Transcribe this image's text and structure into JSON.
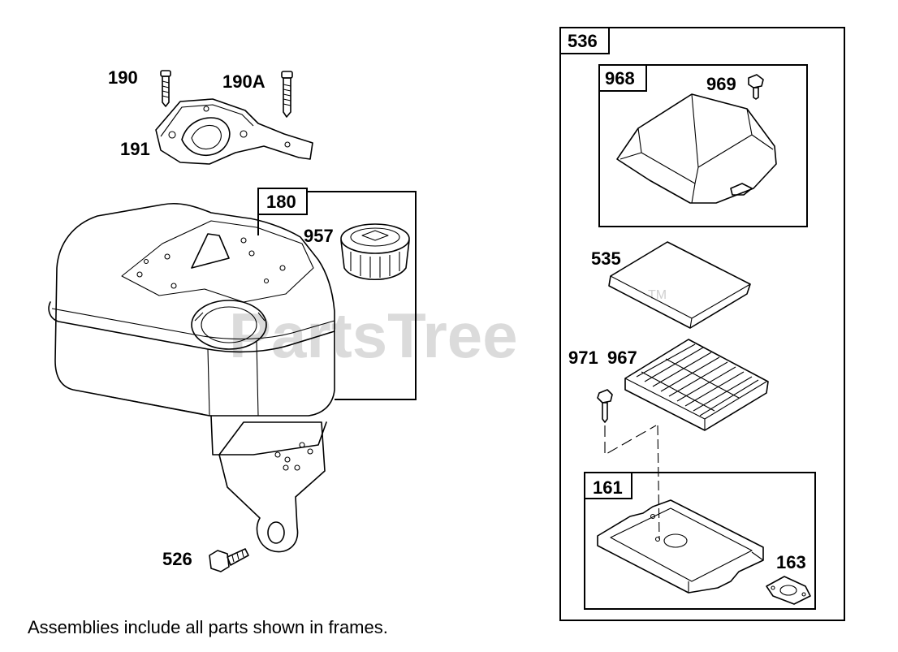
{
  "parts": {
    "p190": "190",
    "p190a": "190A",
    "p191": "191",
    "p180": "180",
    "p957": "957",
    "p526": "526",
    "p536": "536",
    "p968": "968",
    "p969": "969",
    "p535": "535",
    "p967": "967",
    "p971": "971",
    "p161": "161",
    "p163": "163"
  },
  "watermark": {
    "text": "PartsTree",
    "trademark": "TM"
  },
  "footnote": "Assemblies include all parts shown in frames."
}
